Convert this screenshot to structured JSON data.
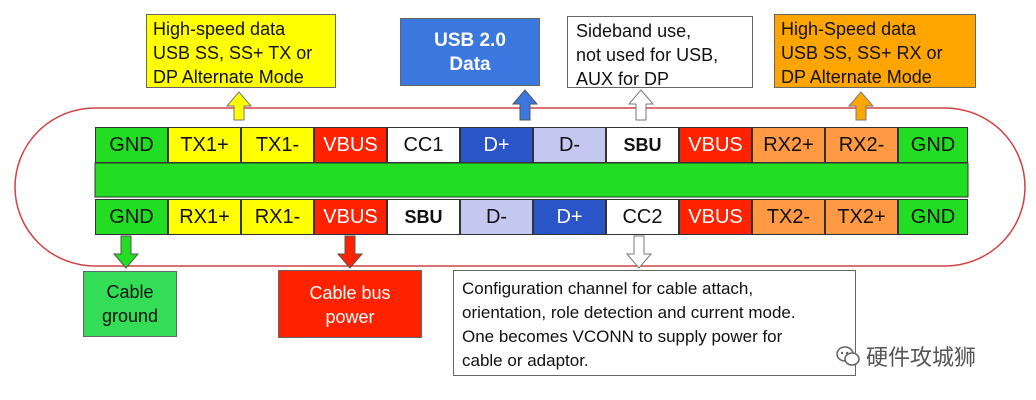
{
  "colors": {
    "green": "#22dd22",
    "yellow": "#ffff00",
    "red": "#ff2200",
    "white": "#ffffff",
    "blue": "#2a55c8",
    "lavender": "#c4c8f0",
    "orange": "#ff9944",
    "usb20": "#3a78e0",
    "amber": "#ffa500",
    "light_green": "#33dd55"
  },
  "top_row": [
    "GND",
    "TX1+",
    "TX1-",
    "VBUS",
    "CC1",
    "D+",
    "D-",
    "SBU",
    "VBUS",
    "RX2+",
    "RX2-",
    "GND"
  ],
  "bottom_row": [
    "GND",
    "RX1+",
    "RX1-",
    "VBUS",
    "SBU",
    "D-",
    "D+",
    "CC2",
    "VBUS",
    "TX2-",
    "TX2+",
    "GND"
  ],
  "callouts": {
    "hs_tx": [
      "High-speed data",
      "USB SS, SS+ TX or",
      "DP Alternate Mode"
    ],
    "usb20": [
      "USB 2.0",
      "Data"
    ],
    "sideband": [
      "Sideband use,",
      "not used for USB,",
      "AUX for DP"
    ],
    "hs_rx": [
      "High-Speed data",
      "USB SS, SS+ RX or",
      "DP Alternate Mode"
    ],
    "ground": [
      "Cable",
      "ground"
    ],
    "bus_power": [
      "Cable bus",
      "power"
    ],
    "cc": [
      "Configuration channel for cable attach,",
      "orientation, role detection and current mode.",
      "One becomes VCONN to supply power for",
      "cable or adaptor."
    ]
  },
  "watermark": "硬件攻城狮"
}
